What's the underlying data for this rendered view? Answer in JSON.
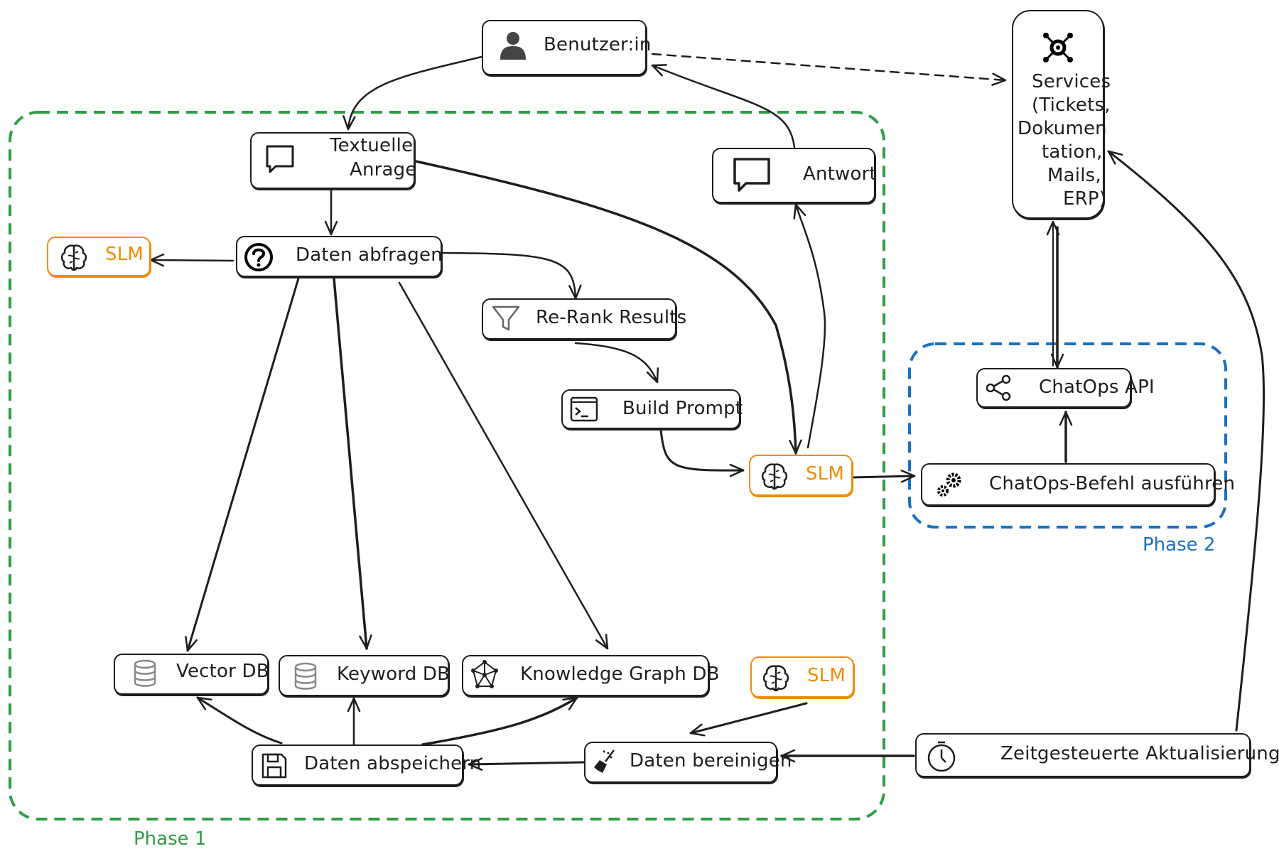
{
  "colors": {
    "phase1": "#2f9e44",
    "phase2": "#1971c2",
    "slm": "#f08c00",
    "stroke": "#1e1e1e"
  },
  "nodes": {
    "user": {
      "label": "Benutzer:in",
      "icon": "user-icon"
    },
    "services": {
      "lines": [
        "Services",
        "(Tickets,",
        "Dokumen",
        "tation,",
        "Mails,",
        "ERP)"
      ],
      "icon": "network-gear-icon"
    },
    "textuelle": {
      "lines": [
        "Textuelle",
        "Anrage"
      ],
      "icon": "chat-bubble-icon"
    },
    "antwort": {
      "label": "Antwort",
      "icon": "chat-bubble-icon"
    },
    "daten_abfragen": {
      "label": "Daten abfragen",
      "icon": "question-circle-icon"
    },
    "slm_left": {
      "label": "SLM",
      "icon": "brain-icon"
    },
    "rerank": {
      "label": "Re-Rank Results",
      "icon": "filter-icon"
    },
    "build_prompt": {
      "label": "Build Prompt",
      "icon": "terminal-icon"
    },
    "slm_mid": {
      "label": "SLM",
      "icon": "brain-icon"
    },
    "chatops_api": {
      "label": "ChatOps API",
      "icon": "share-icon"
    },
    "chatops_befehl": {
      "label": "ChatOps-Befehl ausführen",
      "icon": "gears-icon"
    },
    "vector_db": {
      "label": "Vector DB",
      "icon": "database-icon"
    },
    "keyword_db": {
      "label": "Keyword DB",
      "icon": "database-icon"
    },
    "kg_db": {
      "label": "Knowledge Graph DB",
      "icon": "graph-icon"
    },
    "slm_bottom": {
      "label": "SLM",
      "icon": "brain-icon"
    },
    "daten_abspeichern": {
      "label": "Daten abspeichern",
      "icon": "save-icon"
    },
    "daten_bereinigen": {
      "label": "Daten bereinigen",
      "icon": "broom-icon"
    },
    "zeitgesteuert": {
      "label": "Zeitgesteuerte Aktualisierung",
      "icon": "timer-icon"
    }
  },
  "phases": {
    "phase1": "Phase 1",
    "phase2": "Phase 2"
  }
}
